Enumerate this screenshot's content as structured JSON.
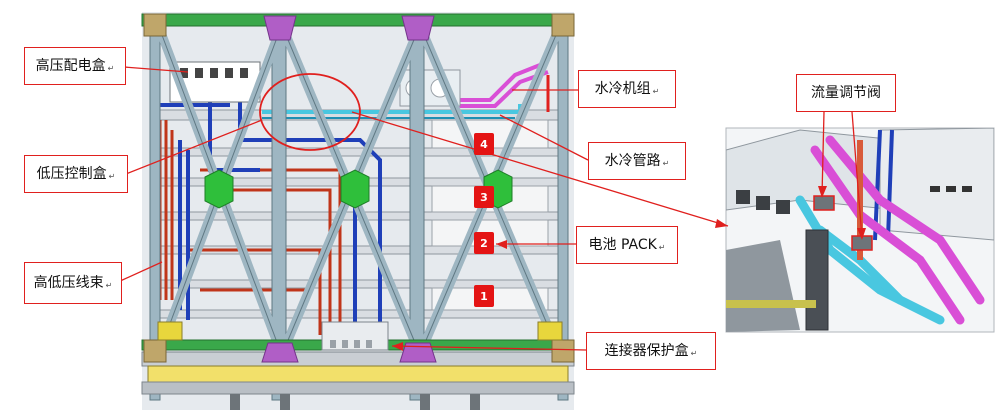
{
  "labels": {
    "hv_box": "高压配电盒",
    "lv_box": "低压控制盒",
    "harness": "高低压线束",
    "chiller": "水冷机组",
    "pipes": "水冷管路",
    "battery": "电池 PACK",
    "connector": "连接器保护盒",
    "valve": "流量调节阀"
  },
  "label_mark": "↵",
  "pack_numbers": [
    "4",
    "3",
    "2",
    "1"
  ],
  "colors": {
    "callout_border": "#e0201e",
    "frame_blue": "#9eb6c2",
    "node_green": "#2fbf3b",
    "node_purple": "#b05ec6",
    "pack_red": "#e41414",
    "cable_blue": "#1f3fb8",
    "cable_red": "#c0351a",
    "cable_pink": "#d94fd6"
  }
}
